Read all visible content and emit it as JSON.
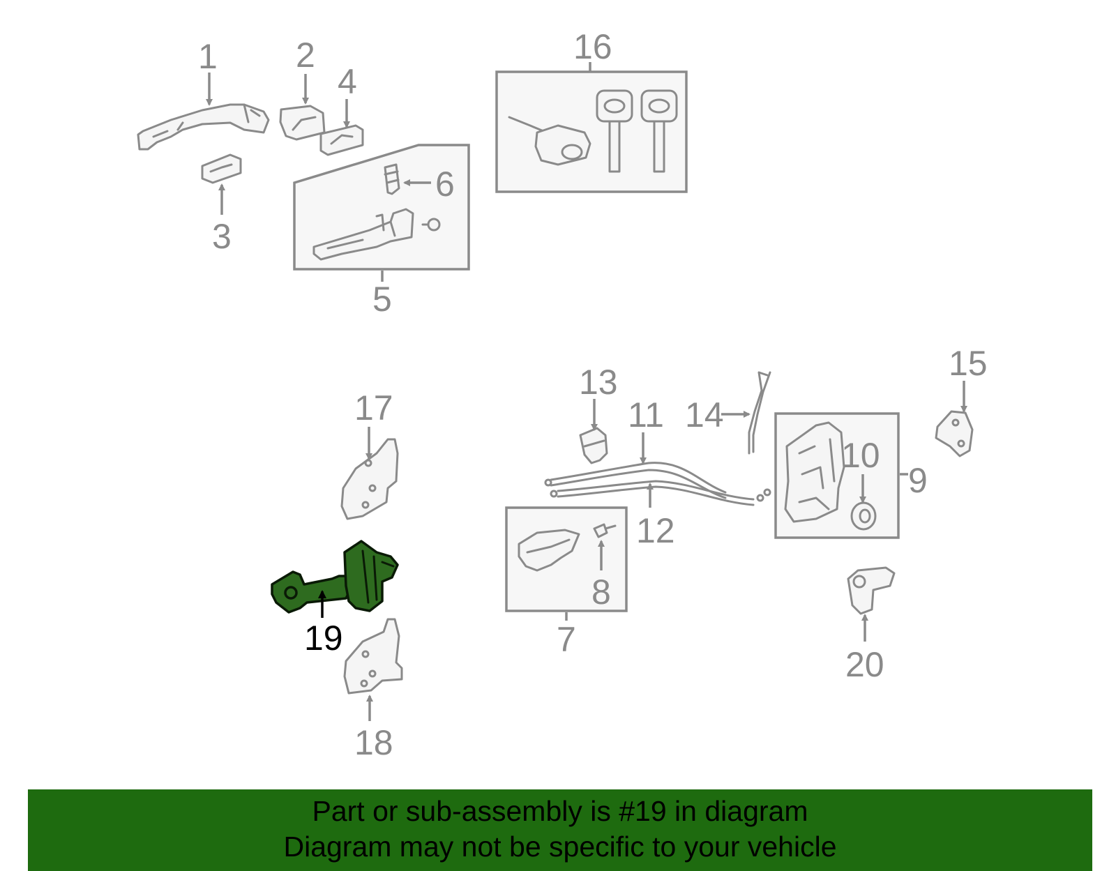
{
  "diagram": {
    "callouts": [
      "1",
      "2",
      "3",
      "4",
      "5",
      "6",
      "7",
      "8",
      "9",
      "10",
      "11",
      "12",
      "13",
      "14",
      "15",
      "16",
      "17",
      "18",
      "19",
      "20"
    ],
    "highlighted_callout": "19",
    "colors": {
      "line_art": "#8a8a8a",
      "highlight_fill": "#2e6b1f",
      "highlight_outline": "#0a1a06",
      "banner_background": "#1e6b0f"
    }
  },
  "banner": {
    "line1": "Part or sub-assembly is #19 in diagram",
    "line2": "Diagram may not be specific to your vehicle"
  }
}
